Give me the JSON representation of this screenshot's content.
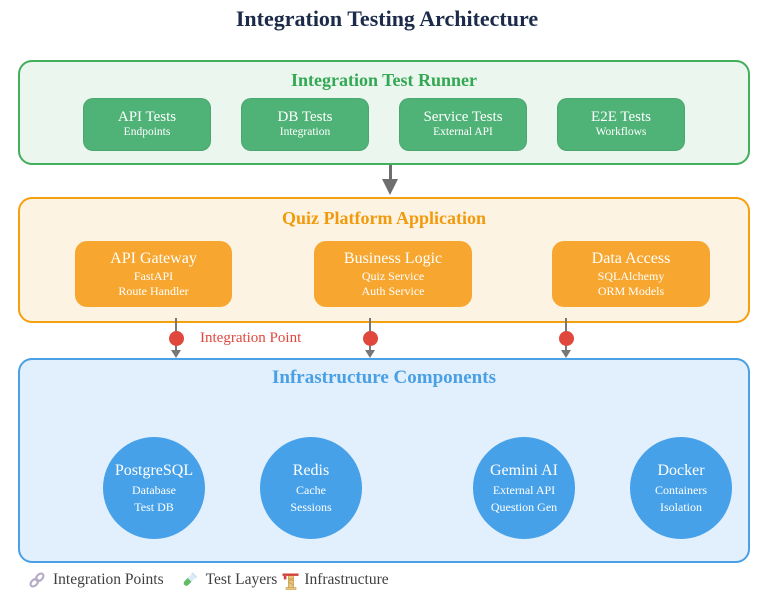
{
  "page": {
    "title": "Integration Testing Architecture"
  },
  "sections": {
    "test_runner": {
      "title": "Integration Test Runner",
      "boxes": [
        {
          "title": "API Tests",
          "subtitle": "Endpoints"
        },
        {
          "title": "DB Tests",
          "subtitle": "Integration"
        },
        {
          "title": "Service Tests",
          "subtitle": "External API"
        },
        {
          "title": "E2E Tests",
          "subtitle": "Workflows"
        }
      ]
    },
    "application": {
      "title": "Quiz Platform Application",
      "boxes": [
        {
          "title": "API Gateway",
          "lines": [
            "FastAPI",
            "Route Handler"
          ]
        },
        {
          "title": "Business Logic",
          "lines": [
            "Quiz Service",
            "Auth Service"
          ]
        },
        {
          "title": "Data Access",
          "lines": [
            "SQLAlchemy",
            "ORM Models"
          ]
        }
      ]
    },
    "infrastructure": {
      "title": "Infrastructure Components",
      "circles": [
        {
          "title": "PostgreSQL",
          "lines": [
            "Database",
            "Test DB"
          ]
        },
        {
          "title": "Redis",
          "lines": [
            "Cache",
            "Sessions"
          ]
        },
        {
          "title": "Gemini AI",
          "lines": [
            "External API",
            "Question Gen"
          ]
        },
        {
          "title": "Docker",
          "lines": [
            "Containers",
            "Isolation"
          ]
        }
      ]
    }
  },
  "integration_point_label": "Integration Point",
  "legend": {
    "items": [
      {
        "icon": "link-icon",
        "label": "Integration Points"
      },
      {
        "icon": "test-tube-icon",
        "label": "Test Layers"
      },
      {
        "icon": "construction-crane-icon",
        "label": "Infrastructure"
      }
    ]
  },
  "colors": {
    "title_text": "#1c2b4a",
    "green_bg": "#eaf6ee",
    "green_border": "#43ae5c",
    "green_title": "#33a852",
    "green_node": "#4fb377",
    "orange_bg": "#fdf3e2",
    "orange_border": "#f5a00e",
    "orange_title": "#f29a0d",
    "orange_node": "#f7a62f",
    "blue_bg": "#e2effc",
    "blue_border": "#49a0e4",
    "blue_title": "#49a0e4",
    "blue_node": "#46a1e9",
    "red_accent": "#e0483e",
    "arrow_gray": "#6e6e6e"
  }
}
